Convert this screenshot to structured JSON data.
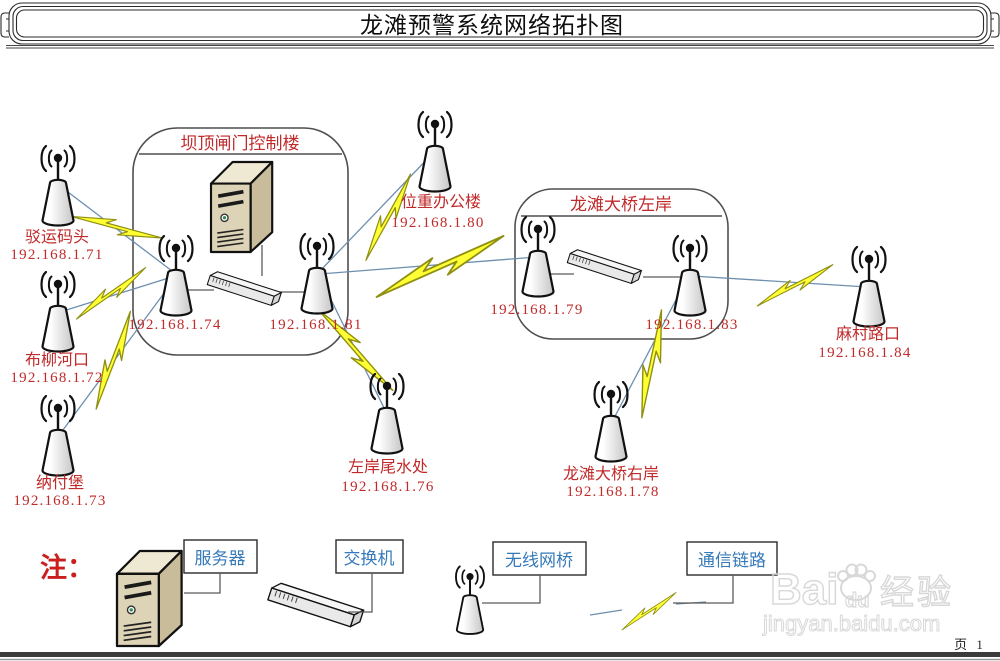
{
  "title": "龙滩预警系统网络拓扑图",
  "containers": {
    "control_building": {
      "label": "坝顶闸门控制楼"
    },
    "bridge_left_bank": {
      "label": "龙滩大桥左岸"
    }
  },
  "nodes": {
    "boyun_wharf": {
      "name": "驳运码头",
      "ip": "192.168.1.71"
    },
    "buliu_estuary": {
      "name": "布柳河口",
      "ip": "192.168.1.72"
    },
    "nafubao": {
      "name": "纳付堡",
      "ip": "192.168.1.73"
    },
    "control_bridge_a": {
      "ip": "192.168.1.74"
    },
    "control_bridge_b": {
      "ip": "192.168.1.81"
    },
    "office_building": {
      "name": "位重办公楼",
      "ip": "192.168.1.80"
    },
    "left_bank_bridge_a": {
      "ip": "192.168.1.79"
    },
    "left_bank_bridge_b": {
      "ip": "192.168.1.83"
    },
    "macun_crossing": {
      "name": "麻村路口",
      "ip": "192.168.1.84"
    },
    "tailwater": {
      "name": "左岸尾水处",
      "ip": "192.168.1.76"
    },
    "bridge_right_bank": {
      "name": "龙滩大桥右岸",
      "ip": "192.168.1.78"
    }
  },
  "legend": {
    "note": "注：",
    "server_label": "服务器",
    "switch_label": "交换机",
    "wireless_bridge_label": "无线网桥",
    "comm_link_label": "通信链路"
  },
  "watermark": {
    "brand_latin": "Bai",
    "brand_latin2": "du",
    "brand_cn": "经验",
    "url": "jingyan.baidu.com"
  },
  "footer": {
    "page_label": "页 1"
  },
  "colors": {
    "label_red": "#c02a2a",
    "legend_blue": "#3579b8",
    "bolt_yellow": "#ffff33",
    "link_blue_gray": "#6d8fae"
  }
}
